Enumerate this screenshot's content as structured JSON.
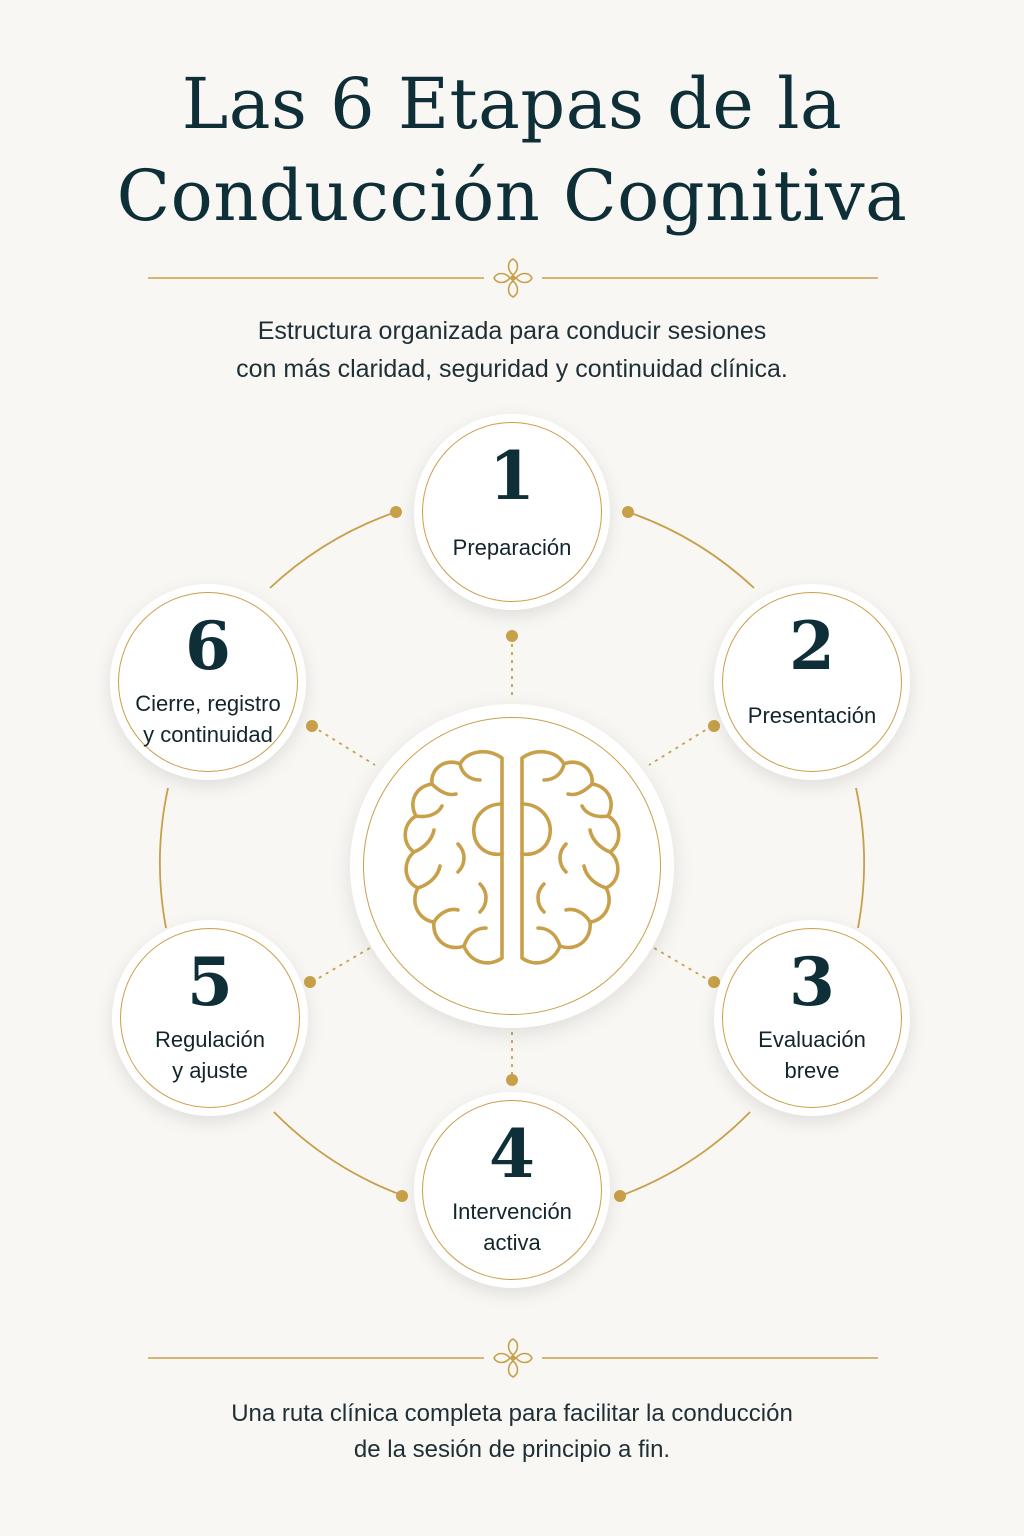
{
  "title": {
    "line1": "Las 6 Etapas de la",
    "line2": "Conducción Cognitiva"
  },
  "subtitle": {
    "line1": "Estructura organizada para conducir sesiones",
    "line2": "con más claridad, seguridad y continuidad clínica."
  },
  "stages": [
    {
      "number": "1",
      "label_line1": "Preparación",
      "label_line2": ""
    },
    {
      "number": "2",
      "label_line1": "Presentación",
      "label_line2": ""
    },
    {
      "number": "3",
      "label_line1": "Evaluación",
      "label_line2": "breve"
    },
    {
      "number": "4",
      "label_line1": "Intervención",
      "label_line2": "activa"
    },
    {
      "number": "5",
      "label_line1": "Regulación",
      "label_line2": "y ajuste"
    },
    {
      "number": "6",
      "label_line1": "Cierre, registro",
      "label_line2": "y continuidad"
    }
  ],
  "center_icon": "brain-icon",
  "divider_icon": "flourish-icon",
  "footer": {
    "line1": "Una ruta clínica completa para facilitar la conducción",
    "line2": "de la sesión de principio a fin."
  },
  "colors": {
    "accent_gold": "#c9a04a",
    "title_navy": "#0f2f38",
    "background": "#f8f7f4"
  }
}
